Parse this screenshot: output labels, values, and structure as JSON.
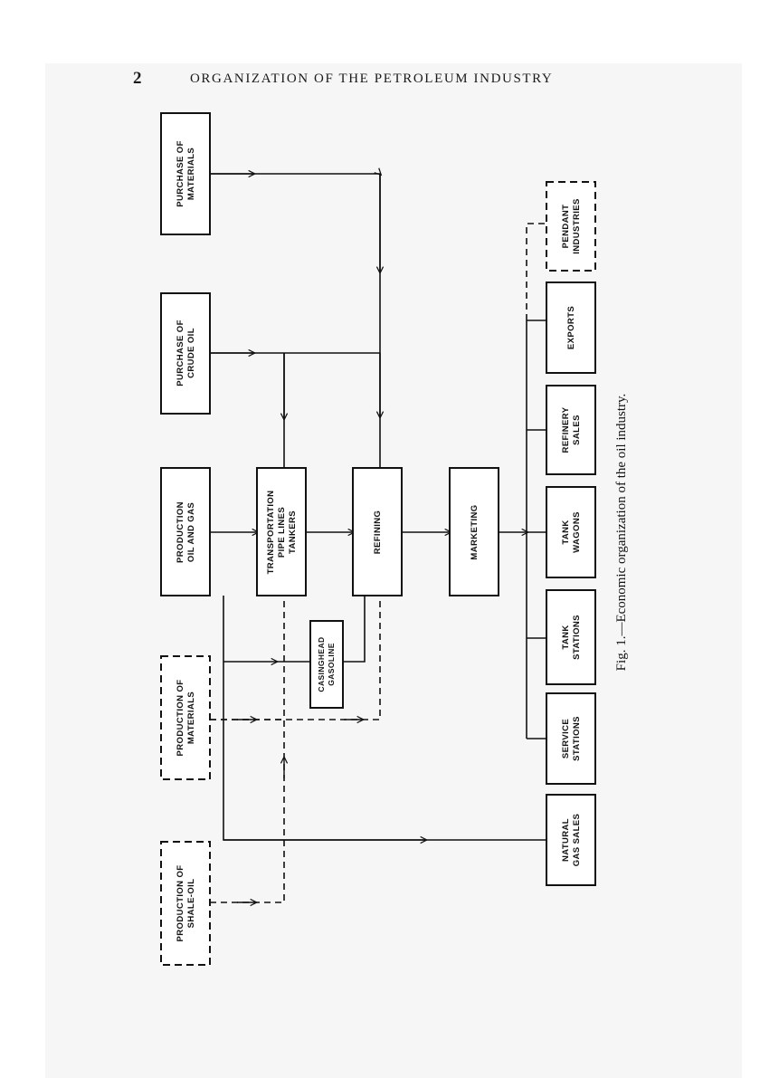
{
  "header": {
    "page_number": "2",
    "running_title": "ORGANIZATION OF THE PETROLEUM INDUSTRY"
  },
  "boxes": {
    "purchase_materials": [
      "PURCHASE OF",
      "MATERIALS"
    ],
    "purchase_crude": [
      "PURCHASE OF",
      "CRUDE OIL"
    ],
    "production_oil_gas": [
      "PRODUCTION",
      "OIL AND GAS"
    ],
    "production_materials": [
      "PRODUCTION OF",
      "MATERIALS"
    ],
    "production_shale": [
      "PRODUCTION OF",
      "SHALE-OIL"
    ],
    "transportation": [
      "TRANSPORTATION",
      "PIPE LINES",
      "TANKERS"
    ],
    "refining": [
      "REFINING"
    ],
    "marketing": [
      "MARKETING"
    ],
    "casinghead": [
      "CASINGHEAD",
      "GASOLINE"
    ],
    "pendant": [
      "PENDANT",
      "INDUSTRIES"
    ],
    "exports": [
      "EXPORTS"
    ],
    "refinery_sales": [
      "REFINERY",
      "SALES"
    ],
    "tank_wagons": [
      "TANK",
      "WAGONS"
    ],
    "tank_stations": [
      "TANK",
      "STATIONS"
    ],
    "service_stations": [
      "SERVICE",
      "STATIONS"
    ],
    "natural_gas": [
      "NATURAL",
      "GAS SALES"
    ]
  },
  "caption": "Fig. 1.—Economic organization of the oil industry."
}
